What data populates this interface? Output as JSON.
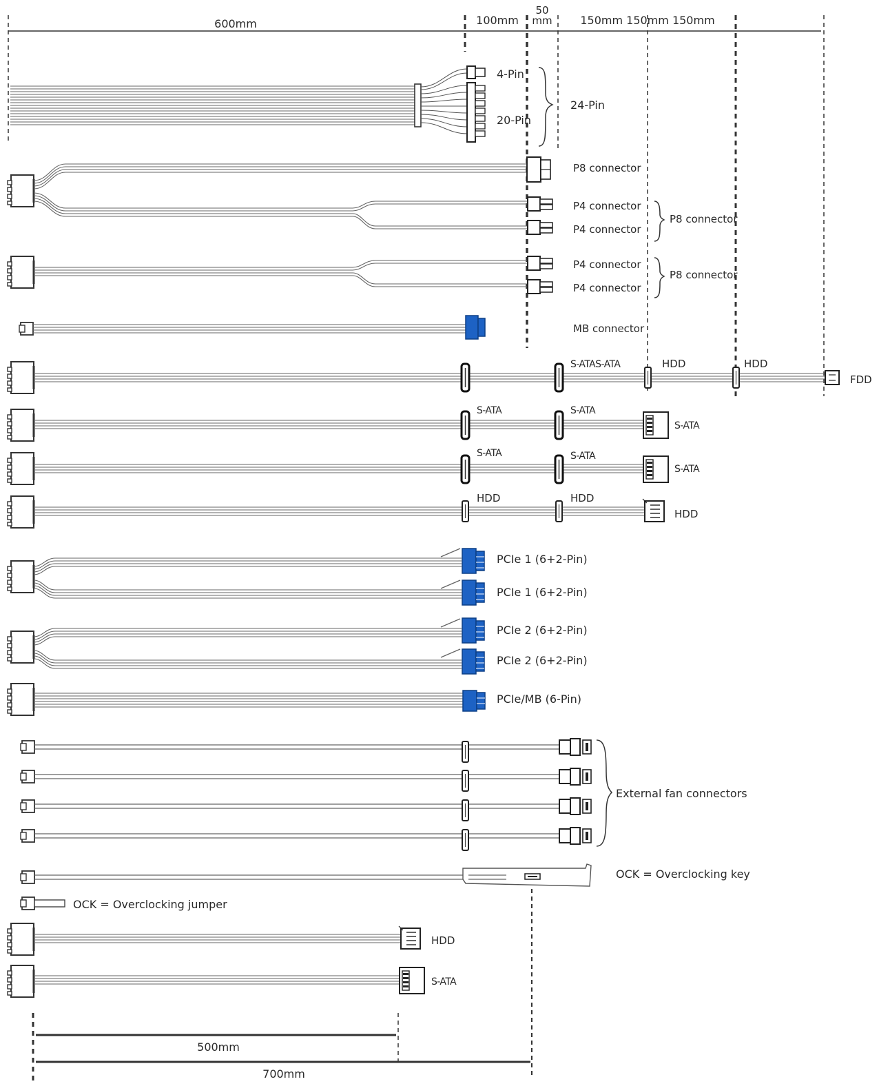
{
  "dimensions": {
    "d600": "600mm",
    "d100": "100mm",
    "d50a": "50",
    "d50b": "mm",
    "d150x3": "150mm 150mm 150mm",
    "d500": "500mm",
    "d700": "700mm"
  },
  "labels": {
    "pin4": "4-Pin",
    "pin20": "20-Pin",
    "pin24": "24-Pin",
    "p8_main": "P8 connector",
    "p4_a": "P4 connector",
    "p4_b": "P4 connector",
    "p8_group_a": "P8 connector",
    "p4_c": "P4 connector",
    "p4_d": "P4 connector",
    "p8_group_b": "P8 connector",
    "mb": "MB connector",
    "r5_sata": "S-ATAS-ATA",
    "r5_hdd1": "HDD",
    "r5_hdd2": "HDD",
    "r5_fdd": "FDD",
    "r6_sata1": "S-ATA",
    "r6_sata2": "S-ATA",
    "r6_sata3": "S-ATA",
    "r7_sata1": "S-ATA",
    "r7_sata2": "S-ATA",
    "r7_sata3": "S-ATA",
    "r8_hdd1": "HDD",
    "r8_hdd2": "HDD",
    "r8_hdd3": "HDD",
    "pcie1a": "PCIe 1 (6+2-Pin)",
    "pcie1b": "PCIe 1 (6+2-Pin)",
    "pcie2a": "PCIe 2 (6+2-Pin)",
    "pcie2b": "PCIe 2 (6+2-Pin)",
    "pcie_mb": "PCIe/MB (6-Pin)",
    "fans": "External fan connectors",
    "ock_key": "OCK = Overclocking key",
    "ock_jumper": "OCK = Overclocking jumper",
    "short_hdd": "HDD",
    "short_sata": "S-ATA"
  },
  "colors": {
    "line": "#444444",
    "cable": "#666666",
    "pcie_blue": "#1d62c4"
  }
}
